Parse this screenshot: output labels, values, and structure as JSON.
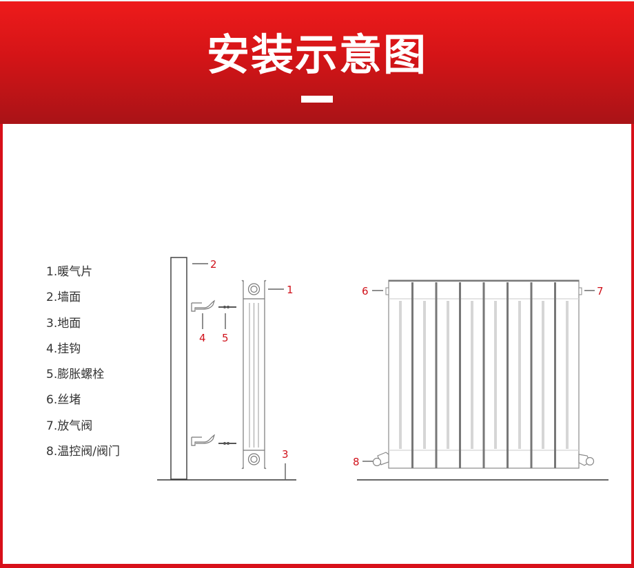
{
  "header": {
    "title": "安装示意图"
  },
  "legend": {
    "items": [
      {
        "num": "1",
        "label": "1.暖气片"
      },
      {
        "num": "2",
        "label": "2.墙面"
      },
      {
        "num": "3",
        "label": "3.地面"
      },
      {
        "num": "4",
        "label": "4.挂钩"
      },
      {
        "num": "5",
        "label": "5.膨胀螺栓"
      },
      {
        "num": "6",
        "label": "6.丝堵"
      },
      {
        "num": "7",
        "label": "7.放气阀"
      },
      {
        "num": "8",
        "label": "8.温控阀/阀门"
      }
    ]
  },
  "side_view": {
    "callouts": {
      "radiator": "1",
      "wall": "2",
      "floor": "3",
      "hook": "4",
      "bolt": "5"
    }
  },
  "front_view": {
    "section_count": 8,
    "callouts": {
      "plug": "6",
      "air_valve": "7",
      "thermostatic_valve": "8"
    }
  },
  "colors": {
    "brand_red": "#d8101a",
    "callout_red": "#d0111a",
    "text_gray": "#333333",
    "line_gray": "#555555"
  }
}
